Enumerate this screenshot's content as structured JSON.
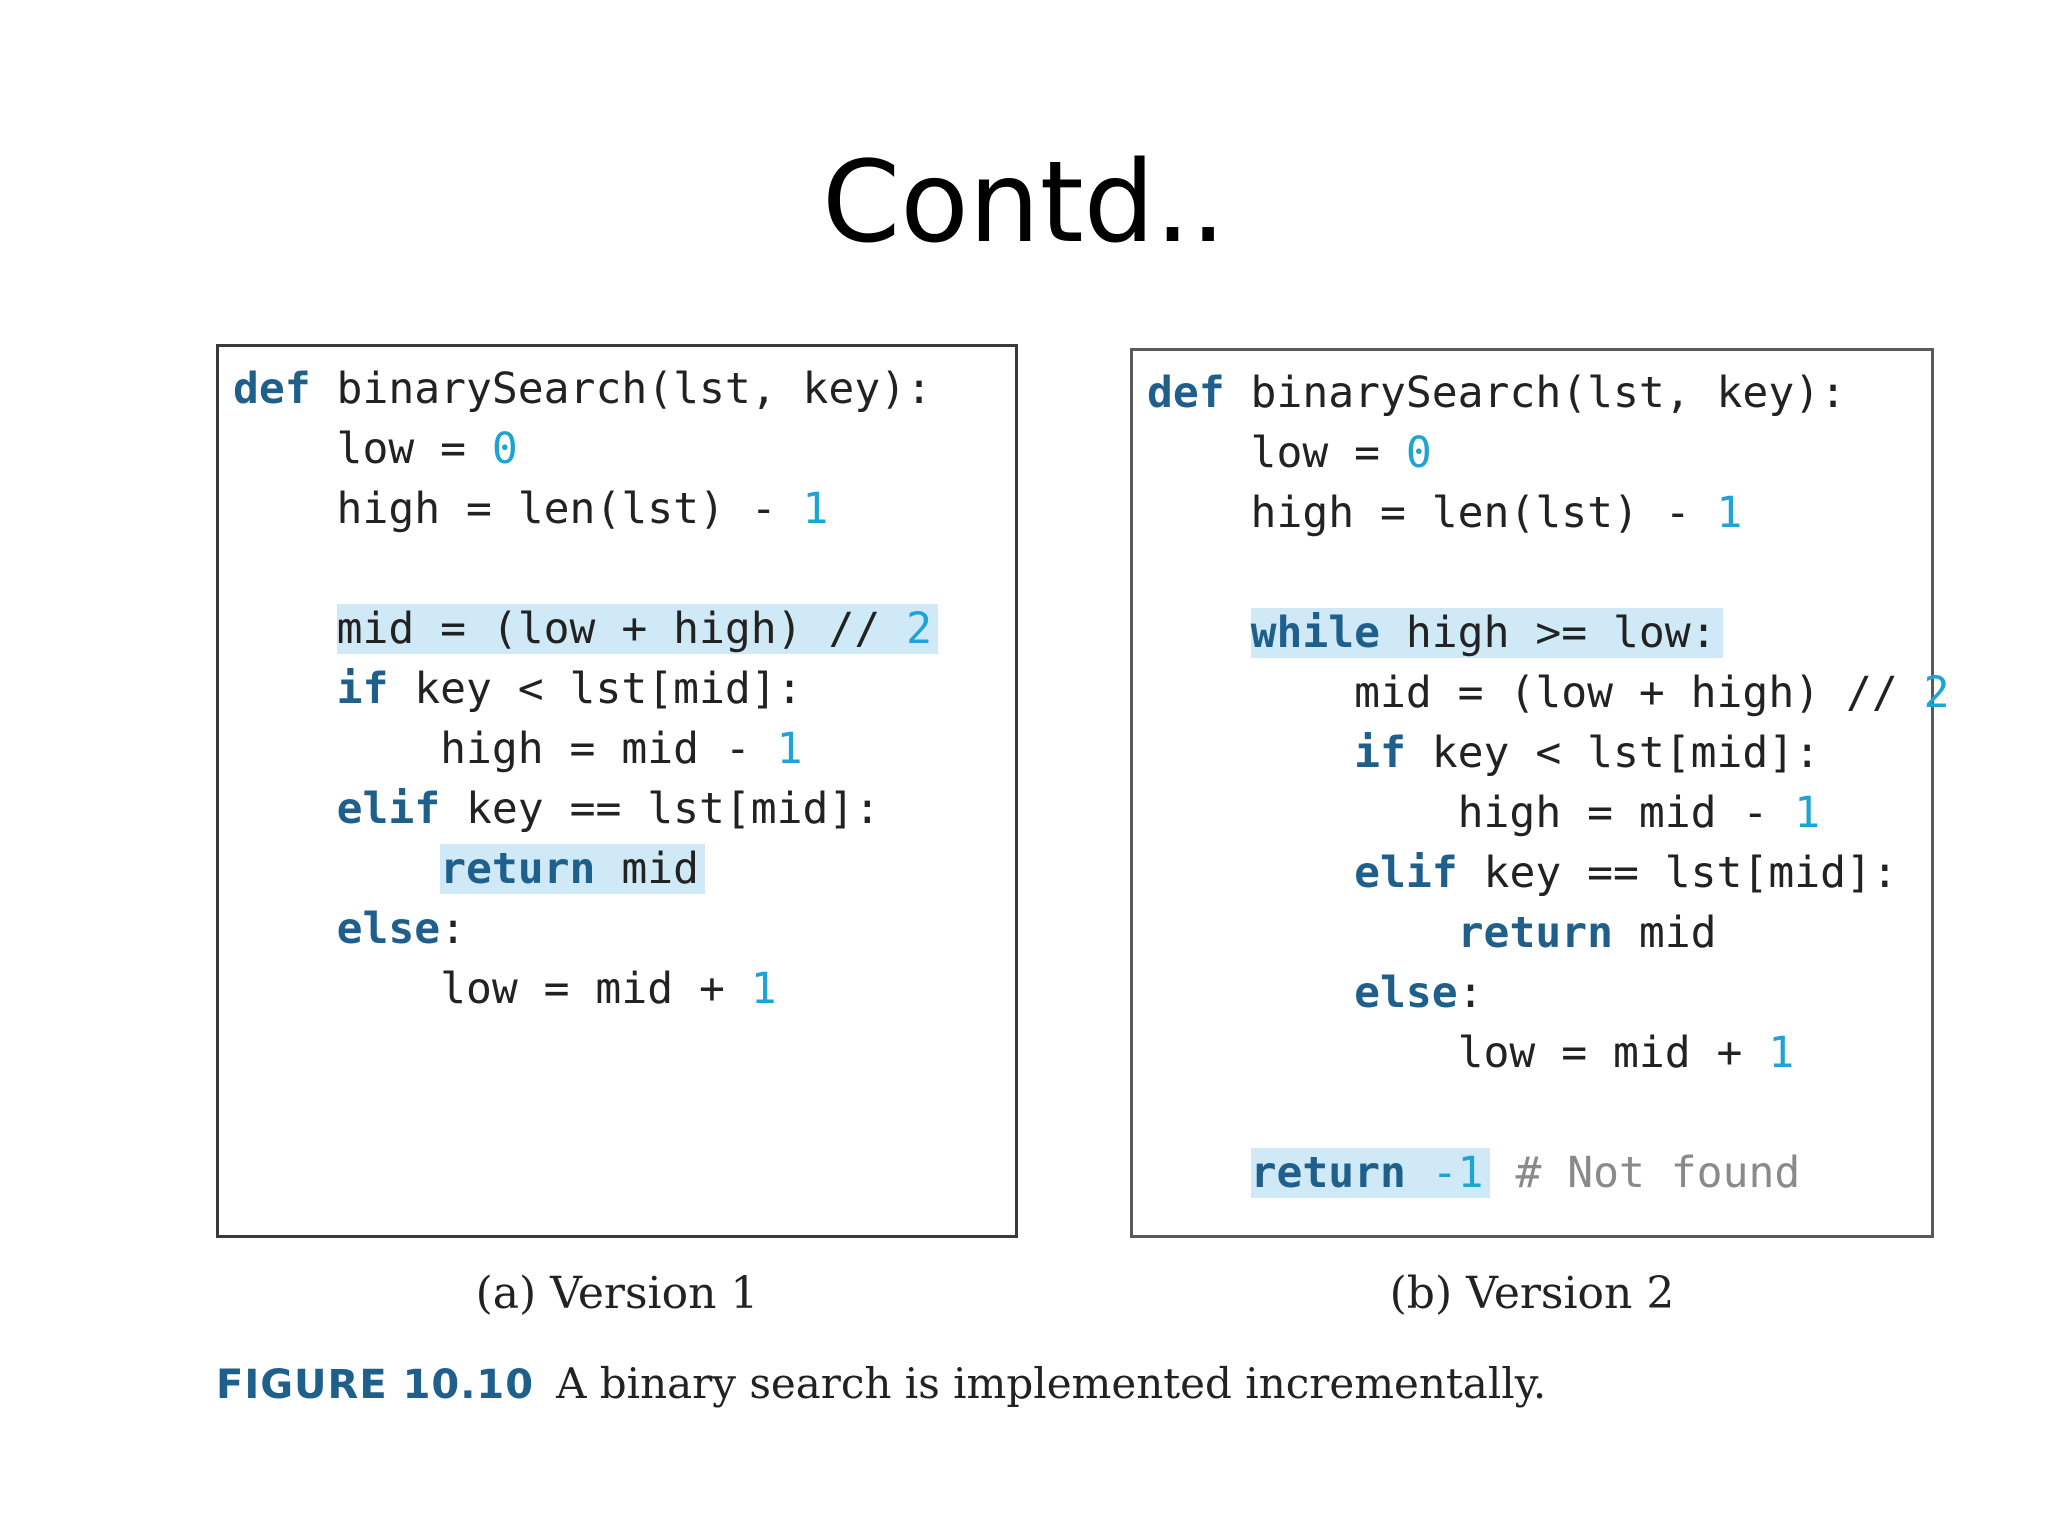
{
  "title": "Contd..",
  "version1": {
    "caption": "(a) Version 1",
    "lines": [
      [
        {
          "t": "def",
          "c": "kw"
        },
        {
          "t": " binarySearch(lst, key):"
        }
      ],
      [
        {
          "t": "    low = "
        },
        {
          "t": "0",
          "c": "num"
        }
      ],
      [
        {
          "t": "    high = len(lst) - "
        },
        {
          "t": "1",
          "c": "num"
        }
      ],
      [],
      [
        {
          "t": "    "
        },
        {
          "hl": [
            {
              "t": "mid = (low + high) // "
            },
            {
              "t": "2",
              "c": "num"
            }
          ]
        }
      ],
      [
        {
          "t": "    "
        },
        {
          "t": "if",
          "c": "kw"
        },
        {
          "t": " key < lst[mid]:"
        }
      ],
      [
        {
          "t": "        high = mid - "
        },
        {
          "t": "1",
          "c": "num"
        }
      ],
      [
        {
          "t": "    "
        },
        {
          "t": "elif",
          "c": "kw"
        },
        {
          "t": " key == lst[mid]:"
        }
      ],
      [
        {
          "t": "        "
        },
        {
          "hl": [
            {
              "t": "return",
              "c": "kw"
            },
            {
              "t": " mid"
            }
          ]
        }
      ],
      [
        {
          "t": "    "
        },
        {
          "t": "else",
          "c": "kw"
        },
        {
          "t": ":"
        }
      ],
      [
        {
          "t": "        low = mid + "
        },
        {
          "t": "1",
          "c": "num"
        }
      ]
    ]
  },
  "version2": {
    "caption": "(b) Version 2",
    "lines": [
      [
        {
          "t": "def",
          "c": "kw"
        },
        {
          "t": " binarySearch(lst, key):"
        }
      ],
      [
        {
          "t": "    low = "
        },
        {
          "t": "0",
          "c": "num"
        }
      ],
      [
        {
          "t": "    high = len(lst) - "
        },
        {
          "t": "1",
          "c": "num"
        }
      ],
      [],
      [
        {
          "t": "    "
        },
        {
          "hl": [
            {
              "t": "while",
              "c": "kw"
            },
            {
              "t": " high >= low:"
            }
          ]
        }
      ],
      [
        {
          "t": "        mid = (low + high) // "
        },
        {
          "t": "2",
          "c": "num"
        }
      ],
      [
        {
          "t": "        "
        },
        {
          "t": "if",
          "c": "kw"
        },
        {
          "t": " key < lst[mid]:"
        }
      ],
      [
        {
          "t": "            high = mid - "
        },
        {
          "t": "1",
          "c": "num"
        }
      ],
      [
        {
          "t": "        "
        },
        {
          "t": "elif",
          "c": "kw"
        },
        {
          "t": " key == lst[mid]:"
        }
      ],
      [
        {
          "t": "            "
        },
        {
          "t": "return",
          "c": "kw"
        },
        {
          "t": " mid"
        }
      ],
      [
        {
          "t": "        "
        },
        {
          "t": "else",
          "c": "kw"
        },
        {
          "t": ":"
        }
      ],
      [
        {
          "t": "            low = mid + "
        },
        {
          "t": "1",
          "c": "num"
        }
      ],
      [],
      [
        {
          "t": "    "
        },
        {
          "hl": [
            {
              "t": "return",
              "c": "kw"
            },
            {
              "t": " "
            },
            {
              "t": "-1",
              "c": "num"
            }
          ]
        },
        {
          "t": " "
        },
        {
          "t": "# Not found",
          "c": "cm"
        }
      ]
    ]
  },
  "figure": {
    "label": "FIGURE 10.10",
    "text": "A binary search is implemented incrementally."
  },
  "colors": {
    "keyword": "#1f5f8b",
    "number": "#1ea3d6",
    "comment": "#8a8a8a",
    "highlight": "#cfe9f6"
  }
}
